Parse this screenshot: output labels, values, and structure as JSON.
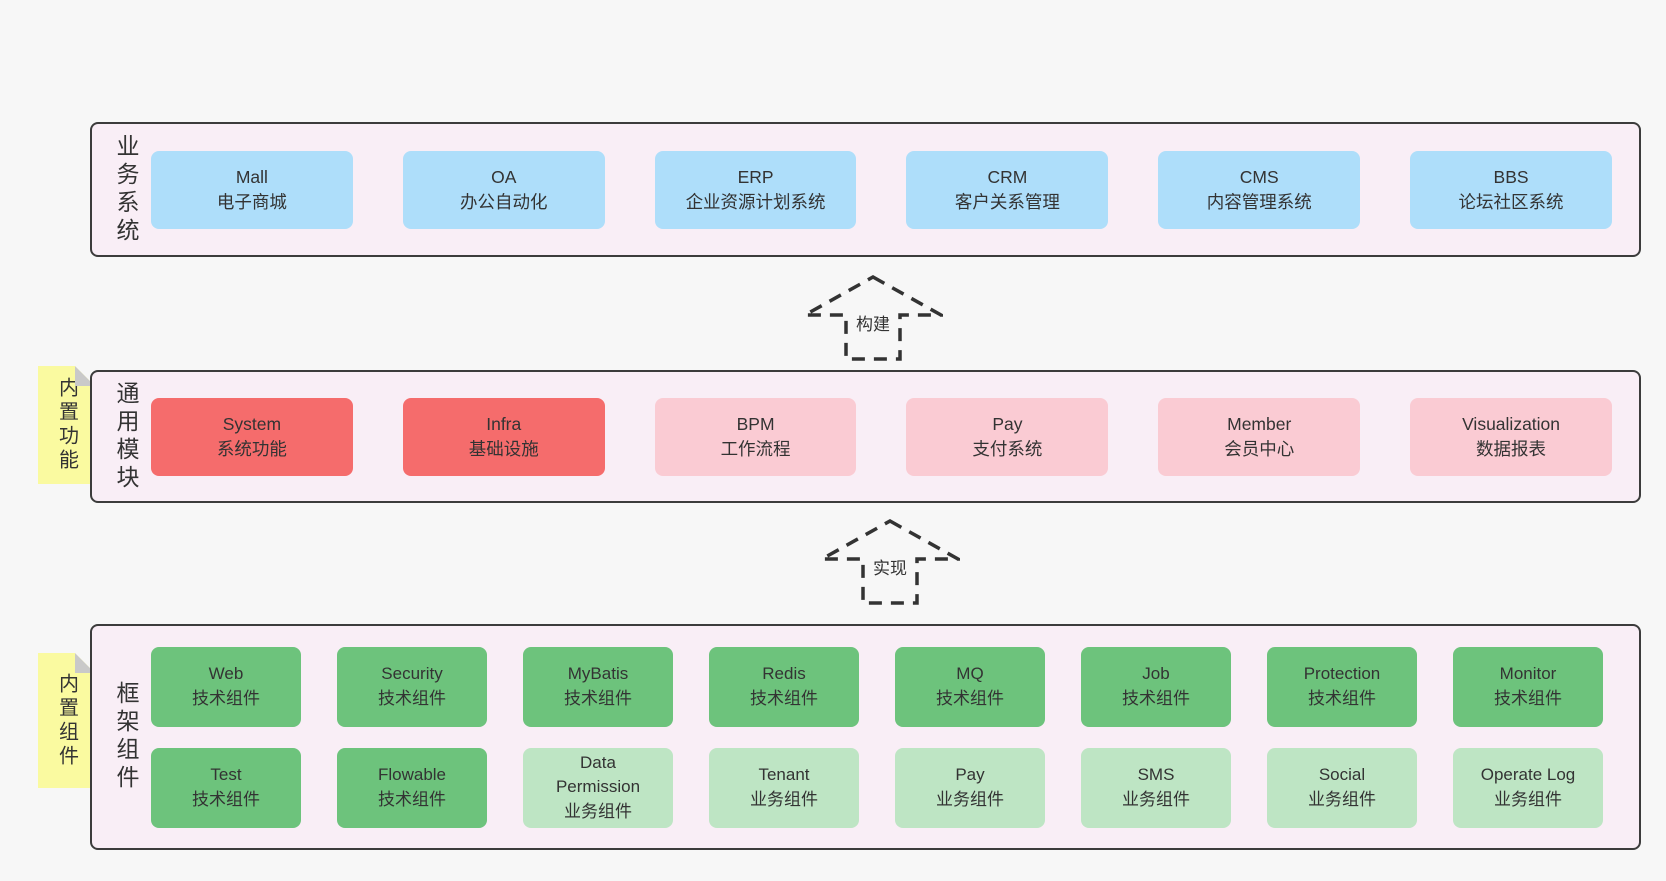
{
  "colors": {
    "page_bg": "#F7F7F7",
    "container_bg": "#F9EEF6",
    "container_border": "#3C3C3C",
    "blue_box": "#AEDEFA",
    "red_box": "#F56C6C",
    "pink_box": "#FACBD3",
    "green_box": "#6DC37C",
    "light_green_box": "#BEE5C4",
    "note_bg": "#FAFAA0",
    "note_fold": "#C9C9C9",
    "text": "#333333"
  },
  "arrows": {
    "build": {
      "label": "构建"
    },
    "implement": {
      "label": "实现"
    }
  },
  "layers": {
    "business": {
      "label": "业务系统",
      "boxes": [
        {
          "title": "Mall",
          "subtitle": "电子商城"
        },
        {
          "title": "OA",
          "subtitle": "办公自动化"
        },
        {
          "title": "ERP",
          "subtitle": "企业资源计划系统"
        },
        {
          "title": "CRM",
          "subtitle": "客户关系管理"
        },
        {
          "title": "CMS",
          "subtitle": "内容管理系统"
        },
        {
          "title": "BBS",
          "subtitle": "论坛社区系统"
        }
      ]
    },
    "modules": {
      "label": "通用模块",
      "note": "内置功能",
      "boxes": [
        {
          "title": "System",
          "subtitle": "系统功能",
          "variant": "red"
        },
        {
          "title": "Infra",
          "subtitle": "基础设施",
          "variant": "red"
        },
        {
          "title": "BPM",
          "subtitle": "工作流程",
          "variant": "pink"
        },
        {
          "title": "Pay",
          "subtitle": "支付系统",
          "variant": "pink"
        },
        {
          "title": "Member",
          "subtitle": "会员中心",
          "variant": "pink"
        },
        {
          "title": "Visualization",
          "subtitle": "数据报表",
          "variant": "pink"
        }
      ]
    },
    "components": {
      "label": "框架组件",
      "note": "内置组件",
      "row1": [
        {
          "title": "Web",
          "subtitle": "技术组件",
          "variant": "green"
        },
        {
          "title": "Security",
          "subtitle": "技术组件",
          "variant": "green"
        },
        {
          "title": "MyBatis",
          "subtitle": "技术组件",
          "variant": "green"
        },
        {
          "title": "Redis",
          "subtitle": "技术组件",
          "variant": "green"
        },
        {
          "title": "MQ",
          "subtitle": "技术组件",
          "variant": "green"
        },
        {
          "title": "Job",
          "subtitle": "技术组件",
          "variant": "green"
        },
        {
          "title": "Protection",
          "subtitle": "技术组件",
          "variant": "green"
        },
        {
          "title": "Monitor",
          "subtitle": "技术组件",
          "variant": "green"
        }
      ],
      "row2": [
        {
          "title": "Test",
          "subtitle": "技术组件",
          "variant": "green"
        },
        {
          "title": "Flowable",
          "subtitle": "技术组件",
          "variant": "green"
        },
        {
          "title": "Data Permission",
          "subtitle": "业务组件",
          "variant": "light-green"
        },
        {
          "title": "Tenant",
          "subtitle": "业务组件",
          "variant": "light-green"
        },
        {
          "title": "Pay",
          "subtitle": "业务组件",
          "variant": "light-green"
        },
        {
          "title": "SMS",
          "subtitle": "业务组件",
          "variant": "light-green"
        },
        {
          "title": "Social",
          "subtitle": "业务组件",
          "variant": "light-green"
        },
        {
          "title": "Operate Log",
          "subtitle": "业务组件",
          "variant": "light-green"
        }
      ]
    }
  }
}
